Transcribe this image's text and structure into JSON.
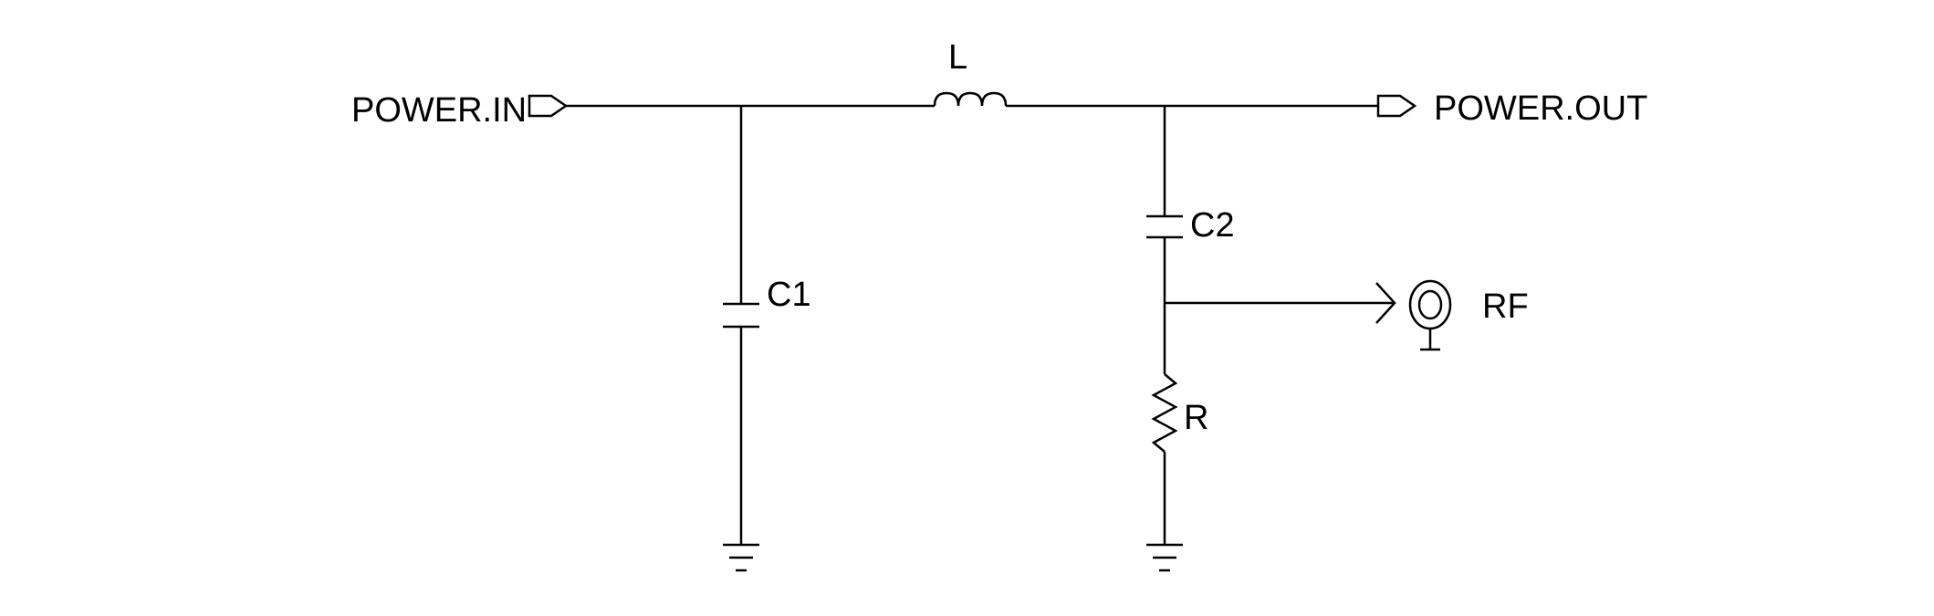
{
  "labels": {
    "power_in": "POWER.IN",
    "power_out": "POWER.OUT",
    "inductor": "L",
    "capacitor_1": "C1",
    "capacitor_2": "C2",
    "resistor": "R",
    "rf": "RF"
  },
  "icons": {
    "input_port": "port-flag-icon",
    "output_port": "port-flag-icon",
    "rf_connector": "coax-connector-icon",
    "ground": "ground-icon"
  },
  "colors": {
    "line": "#000000",
    "background": "#ffffff"
  }
}
